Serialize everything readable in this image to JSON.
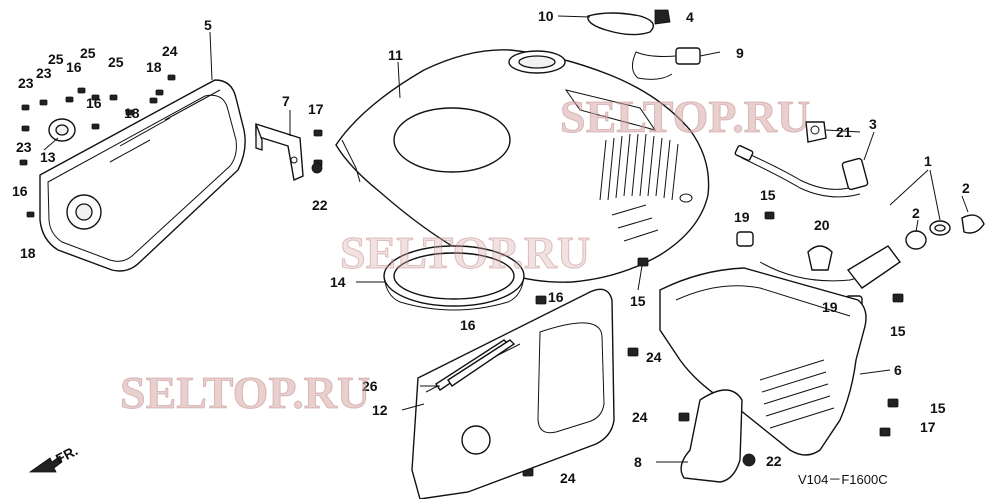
{
  "diagram": {
    "code": "V104－F1600C",
    "front_marker": "FR.",
    "watermarks": [
      "SELTOP.RU",
      "SELTOP.RU",
      "SELTOP.RU"
    ],
    "callouts": [
      {
        "id": "c10",
        "text": "10"
      },
      {
        "id": "c4",
        "text": "4"
      },
      {
        "id": "c9",
        "text": "9"
      },
      {
        "id": "c11",
        "text": "11"
      },
      {
        "id": "c5",
        "text": "5"
      },
      {
        "id": "c24a",
        "text": "24"
      },
      {
        "id": "c25a",
        "text": "25"
      },
      {
        "id": "c16a",
        "text": "16"
      },
      {
        "id": "c25b",
        "text": "25"
      },
      {
        "id": "c25c",
        "text": "25"
      },
      {
        "id": "c18a",
        "text": "18"
      },
      {
        "id": "c23a",
        "text": "23"
      },
      {
        "id": "c23b",
        "text": "23"
      },
      {
        "id": "c16b",
        "text": "16"
      },
      {
        "id": "c18b",
        "text": "18"
      },
      {
        "id": "c23c",
        "text": "23"
      },
      {
        "id": "c13",
        "text": "13"
      },
      {
        "id": "c16c",
        "text": "16"
      },
      {
        "id": "c18c",
        "text": "18"
      },
      {
        "id": "c7",
        "text": "7"
      },
      {
        "id": "c17a",
        "text": "17"
      },
      {
        "id": "c22a",
        "text": "22"
      },
      {
        "id": "c21",
        "text": "21"
      },
      {
        "id": "c3",
        "text": "3"
      },
      {
        "id": "c1",
        "text": "1"
      },
      {
        "id": "c2a",
        "text": "2"
      },
      {
        "id": "c2b",
        "text": "2"
      },
      {
        "id": "c15a",
        "text": "15"
      },
      {
        "id": "c19a",
        "text": "19"
      },
      {
        "id": "c20",
        "text": "20"
      },
      {
        "id": "c19b",
        "text": "19"
      },
      {
        "id": "c15b",
        "text": "15"
      },
      {
        "id": "c14",
        "text": "14"
      },
      {
        "id": "c16d",
        "text": "16"
      },
      {
        "id": "c15c",
        "text": "15"
      },
      {
        "id": "c16e",
        "text": "16"
      },
      {
        "id": "c24b",
        "text": "24"
      },
      {
        "id": "c26",
        "text": "26"
      },
      {
        "id": "c12",
        "text": "12"
      },
      {
        "id": "c6",
        "text": "6"
      },
      {
        "id": "c15d",
        "text": "15"
      },
      {
        "id": "c24c",
        "text": "24"
      },
      {
        "id": "c17b",
        "text": "17"
      },
      {
        "id": "c8",
        "text": "8"
      },
      {
        "id": "c22b",
        "text": "22"
      },
      {
        "id": "c24d",
        "text": "24"
      }
    ]
  }
}
